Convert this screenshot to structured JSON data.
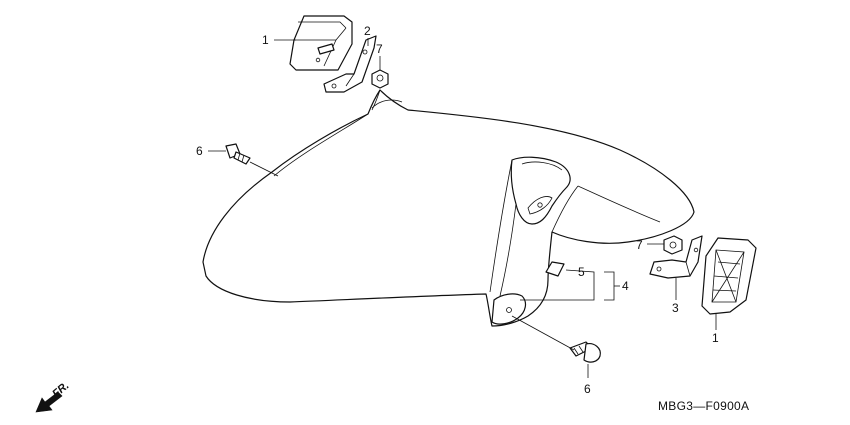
{
  "diagram_code": "MBG3—F0900A",
  "direction_label": "FR.",
  "callouts": {
    "reflector_top": "1",
    "bracket_left": "2",
    "nut_top": "7",
    "bolt_upper": "6",
    "clips": "5",
    "clip_group": "4",
    "nut_right": "7",
    "bracket_right": "3",
    "reflector_right": "1",
    "bolt_lower": "6"
  },
  "icons": {
    "direction": "arrow-front-left-icon"
  }
}
